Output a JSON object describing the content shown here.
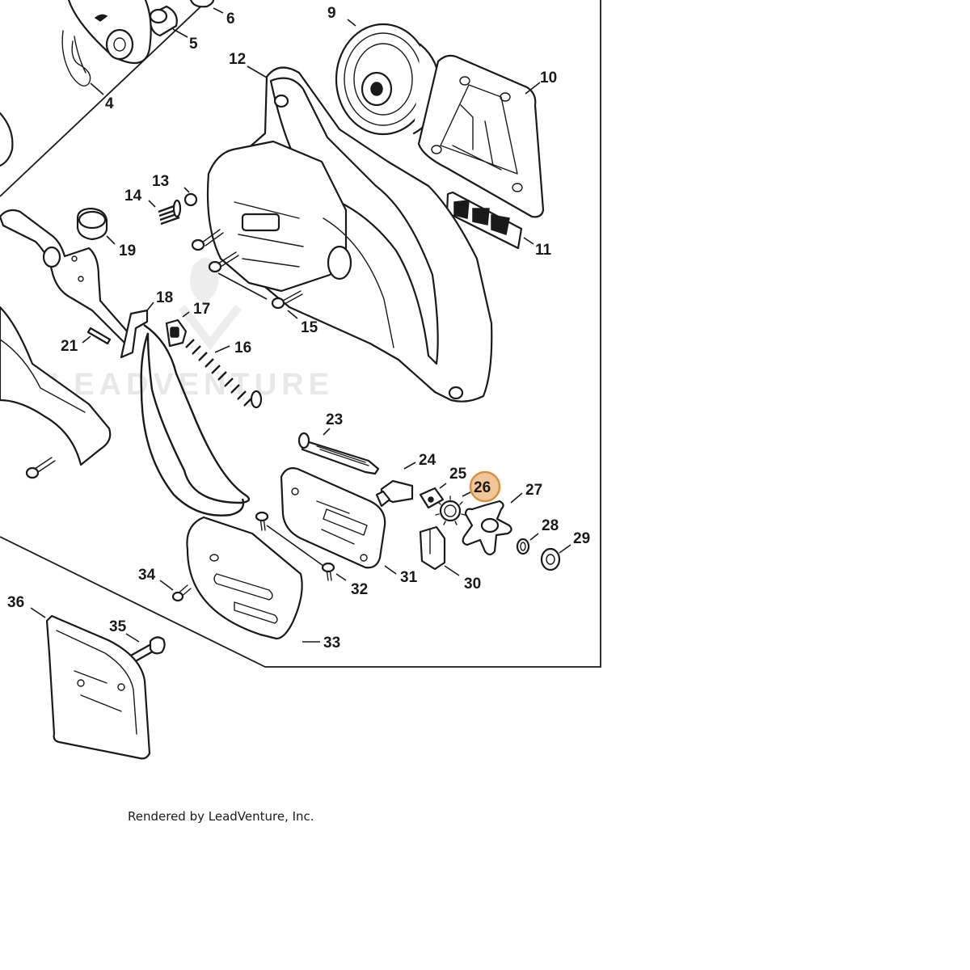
{
  "watermark": "LEADVENTURE",
  "highlight_color": "#f1c79a",
  "credit": "Rendered by LeadVenture, Inc.",
  "callouts": [
    {
      "id": "4",
      "label": "4"
    },
    {
      "id": "5",
      "label": "5"
    },
    {
      "id": "6",
      "label": "6"
    },
    {
      "id": "9",
      "label": "9"
    },
    {
      "id": "10",
      "label": "10"
    },
    {
      "id": "11",
      "label": "11"
    },
    {
      "id": "12",
      "label": "12"
    },
    {
      "id": "13",
      "label": "13"
    },
    {
      "id": "14",
      "label": "14"
    },
    {
      "id": "15",
      "label": "15"
    },
    {
      "id": "16",
      "label": "16"
    },
    {
      "id": "17",
      "label": "17"
    },
    {
      "id": "18",
      "label": "18"
    },
    {
      "id": "19",
      "label": "19"
    },
    {
      "id": "21",
      "label": "21"
    },
    {
      "id": "23",
      "label": "23"
    },
    {
      "id": "24",
      "label": "24"
    },
    {
      "id": "25",
      "label": "25"
    },
    {
      "id": "26",
      "label": "26",
      "highlighted": true
    },
    {
      "id": "27",
      "label": "27"
    },
    {
      "id": "28",
      "label": "28"
    },
    {
      "id": "29",
      "label": "29"
    },
    {
      "id": "30",
      "label": "30"
    },
    {
      "id": "31",
      "label": "31"
    },
    {
      "id": "32",
      "label": "32"
    },
    {
      "id": "33",
      "label": "33"
    },
    {
      "id": "34",
      "label": "34"
    },
    {
      "id": "35",
      "label": "35"
    },
    {
      "id": "36",
      "label": "36"
    }
  ]
}
